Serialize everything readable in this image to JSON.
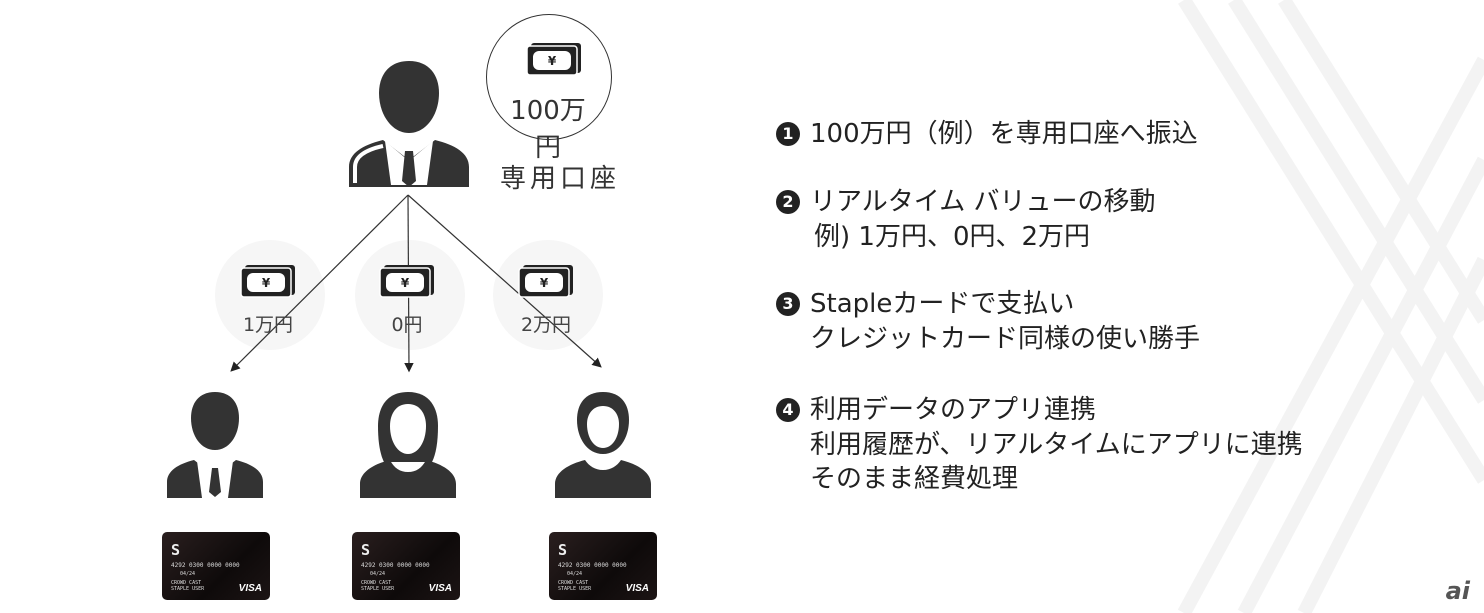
{
  "top": {
    "amount": "100万円",
    "account_label": "専用口座"
  },
  "transfers": [
    {
      "amount": "1万円"
    },
    {
      "amount": "0円"
    },
    {
      "amount": "2万円"
    }
  ],
  "card": {
    "logo": "S",
    "number": "4292 0300 0000 0000",
    "expiry": "04/24",
    "name_line1": "CROWD CAST",
    "name_line2": "STAPLE USER",
    "brand": "VISA"
  },
  "steps": [
    {
      "badge": "1",
      "lines": [
        "100万円（例）を専用口座へ振込"
      ]
    },
    {
      "badge": "2",
      "lines": [
        "リアルタイム バリューの移動",
        "例) 1万円、0円、2万円"
      ]
    },
    {
      "badge": "3",
      "lines": [
        "Stapleカードで支払い",
        "クレジットカード同様の使い勝手"
      ]
    },
    {
      "badge": "4",
      "lines": [
        "利用データのアプリ連携",
        "利用履歴が、リアルタイムにアプリに連携",
        "そのまま経費処理"
      ]
    }
  ],
  "watermark": "ai"
}
